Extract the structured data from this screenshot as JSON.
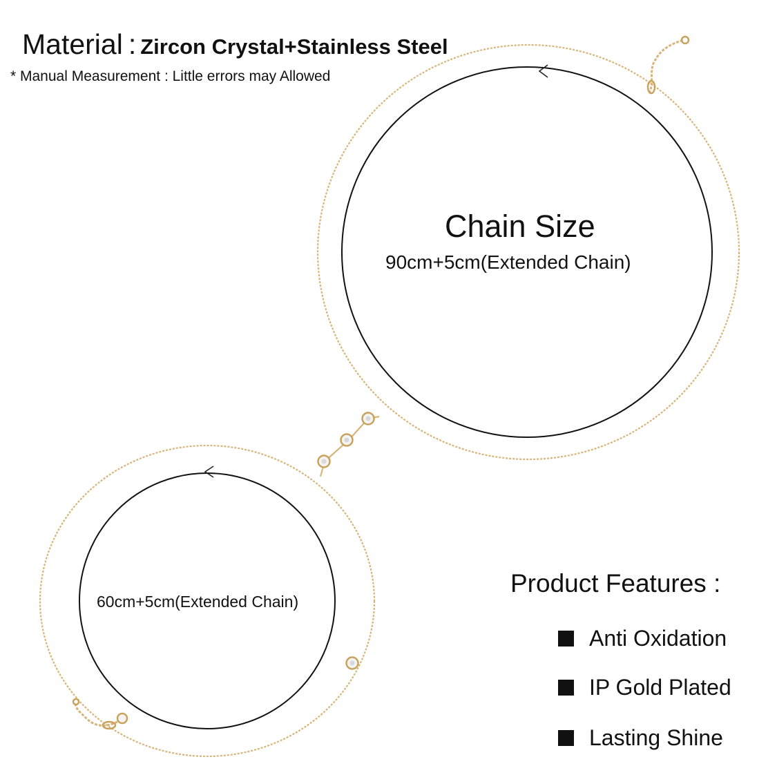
{
  "material": {
    "label": "Material",
    "separator": ":",
    "value": "Zircon Crystal+Stainless Steel"
  },
  "measurement_note": "* Manual Measurement : Little errors may Allowed",
  "chain": {
    "title": "Chain Size",
    "large_size": "90cm+5cm(Extended Chain)",
    "small_size": "60cm+5cm(Extended Chain)"
  },
  "features": {
    "heading": "Product Features :",
    "items": [
      {
        "label": "Anti Oxidation",
        "name": "feature-anti-oxidation"
      },
      {
        "label": "IP Gold Plated",
        "name": "feature-ip-gold-plated"
      },
      {
        "label": "Lasting Shine",
        "name": "feature-lasting-shine"
      }
    ]
  },
  "colors": {
    "text": "#111111",
    "gold_chain": "#d7b57a",
    "crystal": "#f2f2f2",
    "background": "#ffffff"
  },
  "icons": {
    "bullet": "square-bullet-icon",
    "direction": "chevron-left-icon"
  }
}
